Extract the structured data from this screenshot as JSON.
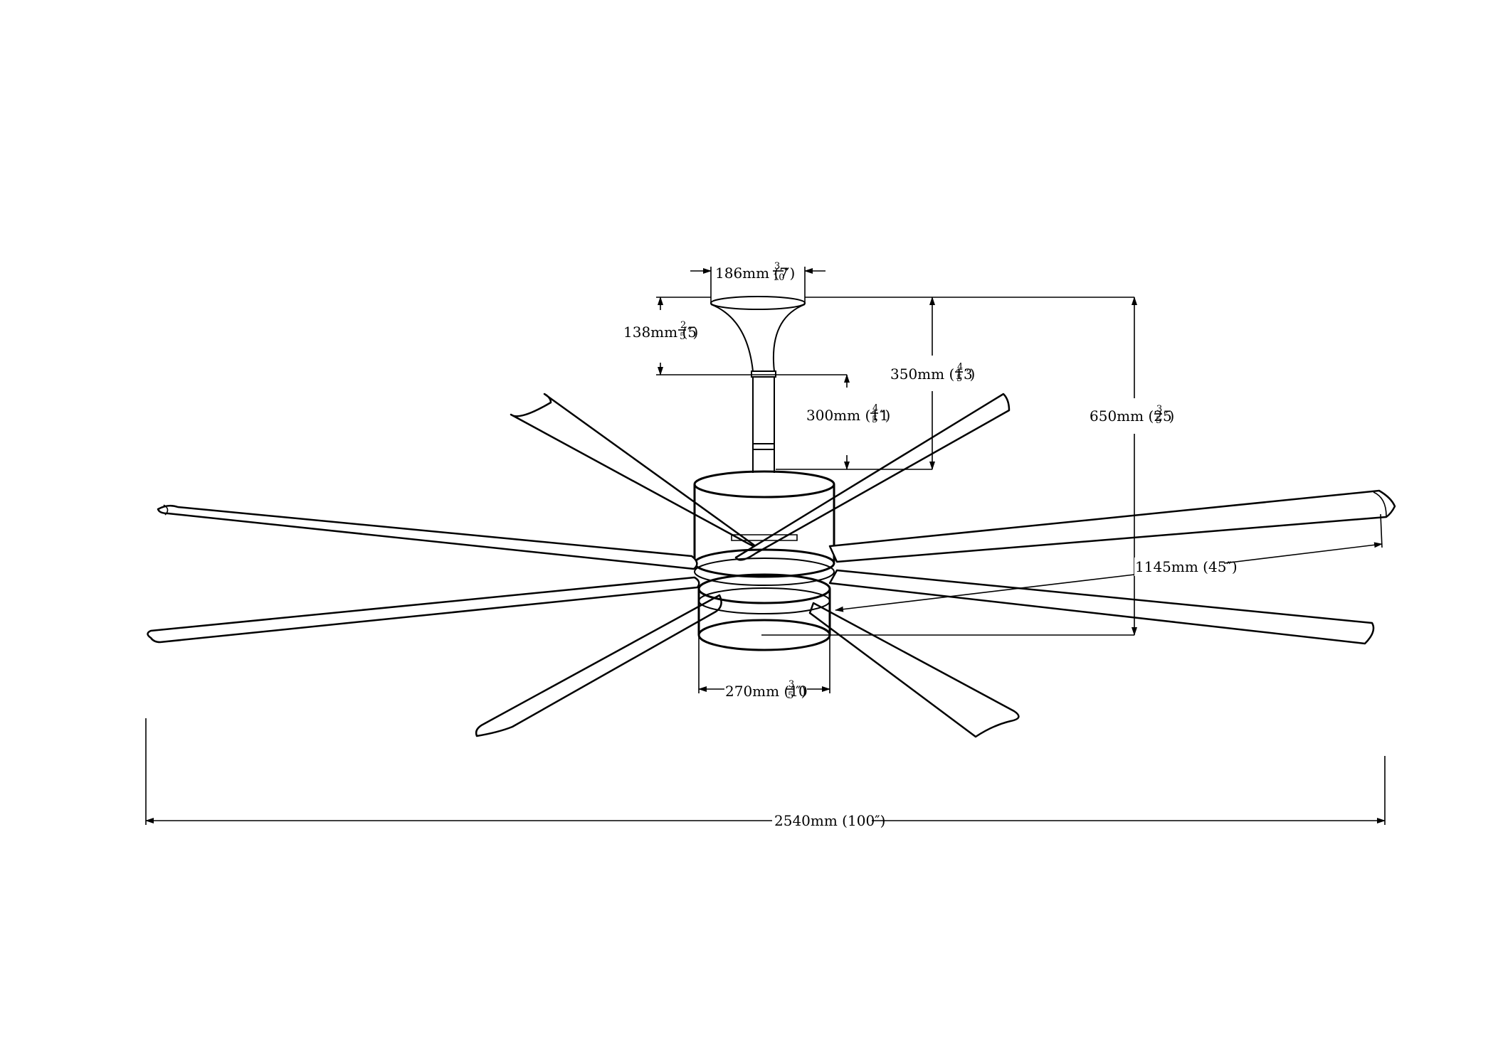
{
  "dimensions": {
    "canopy_width": {
      "main": "186mm (7",
      "num": "3",
      "den": "10",
      "close": "″)"
    },
    "canopy_height": {
      "main": "138mm (5",
      "num": "2",
      "den": "5",
      "close": "″)"
    },
    "downrod_length": {
      "main": "300mm (11",
      "num": "4",
      "den": "5",
      "close": "″)"
    },
    "ceiling_to_motor": {
      "main": "350mm (13",
      "num": "4",
      "den": "5",
      "close": "″)"
    },
    "total_height": {
      "main": "650mm (25",
      "num": "3",
      "den": "5",
      "close": "″)"
    },
    "blade_radius": {
      "text": "1145mm (45″)"
    },
    "light_diameter": {
      "main": "270mm (10",
      "num": "3",
      "den": "5",
      "close": "″)"
    },
    "overall_span": {
      "text": "2540mm (100″)"
    }
  }
}
